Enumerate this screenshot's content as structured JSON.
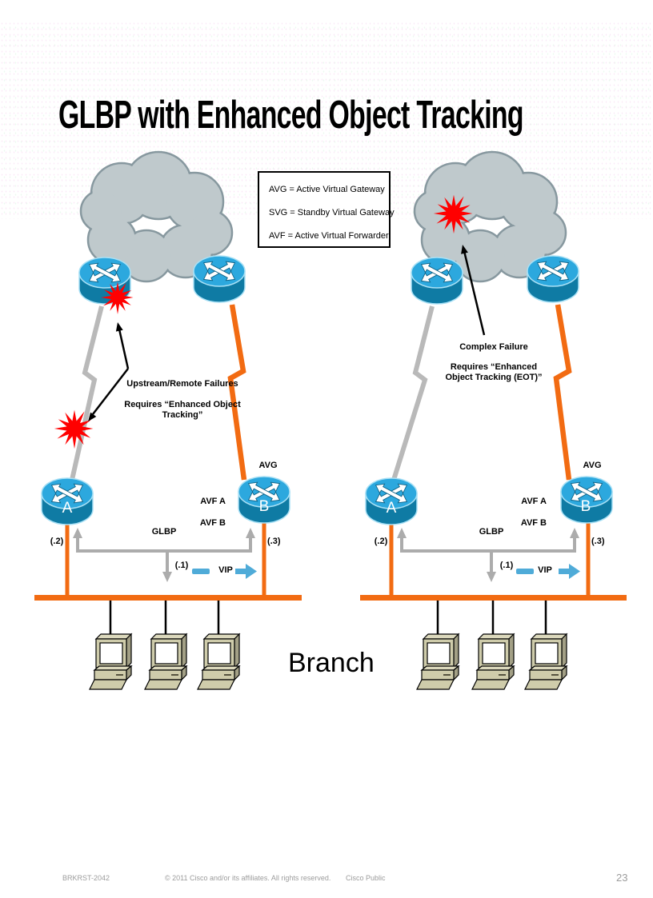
{
  "slide": {
    "title": "GLBP with Enhanced Object Tracking",
    "branch_label": "Branch"
  },
  "legend": {
    "items": [
      "AVG = Active Virtual Gateway",
      "SVG = Standby Virtual Gateway",
      "AVF = Active Virtual Forwarder"
    ]
  },
  "left_diagram": {
    "failure_title": "Upstream/Remote Failures",
    "failure_note": "Requires “Enhanced Object Tracking”",
    "avg": "AVG",
    "avf_a": "AVF A",
    "avf_b": "AVF B",
    "glbp": "GLBP",
    "router_a": "A",
    "router_b": "B",
    "ip1": "(.1)",
    "ip2": "(.2)",
    "ip3": "(.3)",
    "vip": "VIP"
  },
  "right_diagram": {
    "failure_title": "Complex Failure",
    "failure_note": "Requires “Enhanced Object Tracking (EOT)”",
    "avg": "AVG",
    "avf_a": "AVF A",
    "avf_b": "AVF B",
    "glbp": "GLBP",
    "router_a": "A",
    "router_b": "B",
    "ip1": "(.1)",
    "ip2": "(.2)",
    "ip3": "(.3)",
    "vip": "VIP"
  },
  "footer": {
    "session_id": "BRKRST-2042",
    "copyright": "© 2011 Cisco and/or its affiliates. All rights reserved.",
    "classification": "Cisco Public",
    "page_number": "23"
  },
  "colors": {
    "orange": "#F26B12",
    "router_top": "#2CA8DE",
    "router_body": "#0F7BA4",
    "router_edge": "#A8E0F5",
    "cloud_fill": "#BFC9CC",
    "cloud_stroke": "#87989F",
    "link_gray": "#B9B9B9",
    "bracket_gray": "#ACACAC",
    "star_red": "#FF0000",
    "vip_blue": "#4FABD8"
  }
}
